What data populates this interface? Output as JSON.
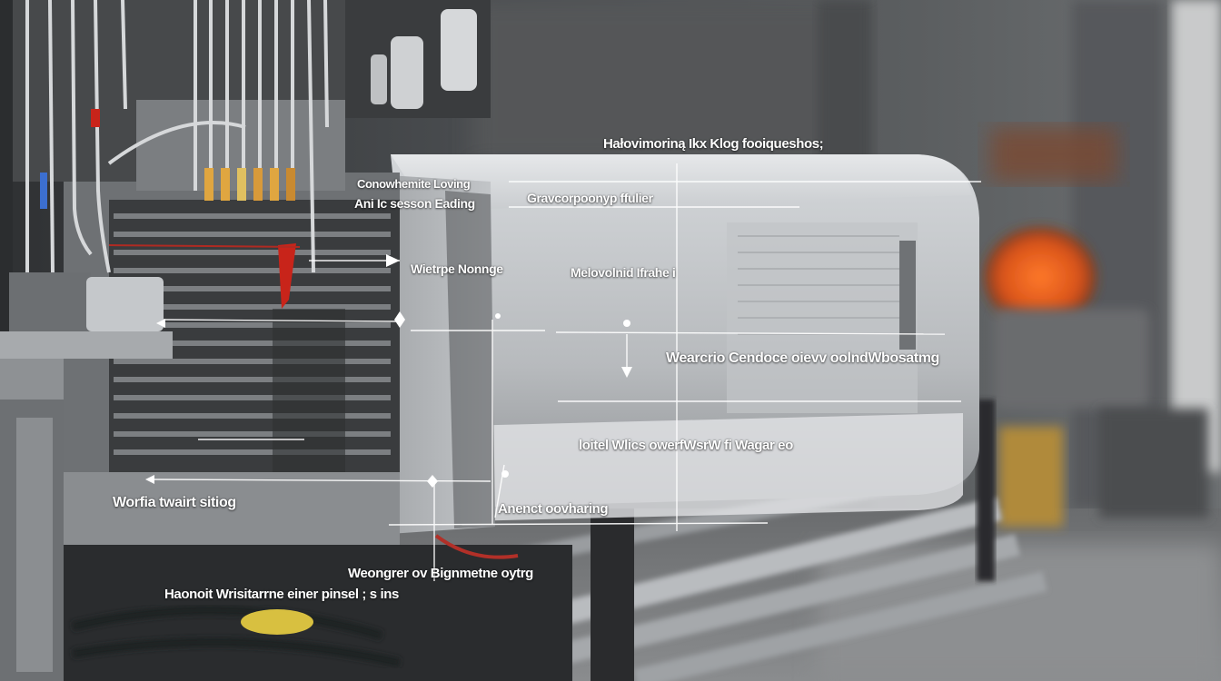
{
  "annotations": {
    "top_title": "Hałovimoriną Ikx Klog fooiqueshos;",
    "a1_line1": "Conowhemite Loving",
    "a1_line2": "Ani Ic sesson Eading",
    "a2": "Gravcorpoonyp ffulier",
    "a3": "Wietrpe Nonnge",
    "a4": "Melovolnid Ifrahe i",
    "a5": "Wearcrio Cendoce oievv oolndWbosatmg",
    "a6": "loitel Wlics owerfWsrW fi Wagar eo",
    "a7": "Worfia twairt sitiog",
    "a8": "Anenct oovharing",
    "a9": "Weongrer ov Bignmetne oytrg",
    "a10": "Haonoit Wrisitarrne einer pinsel ; s ins"
  }
}
